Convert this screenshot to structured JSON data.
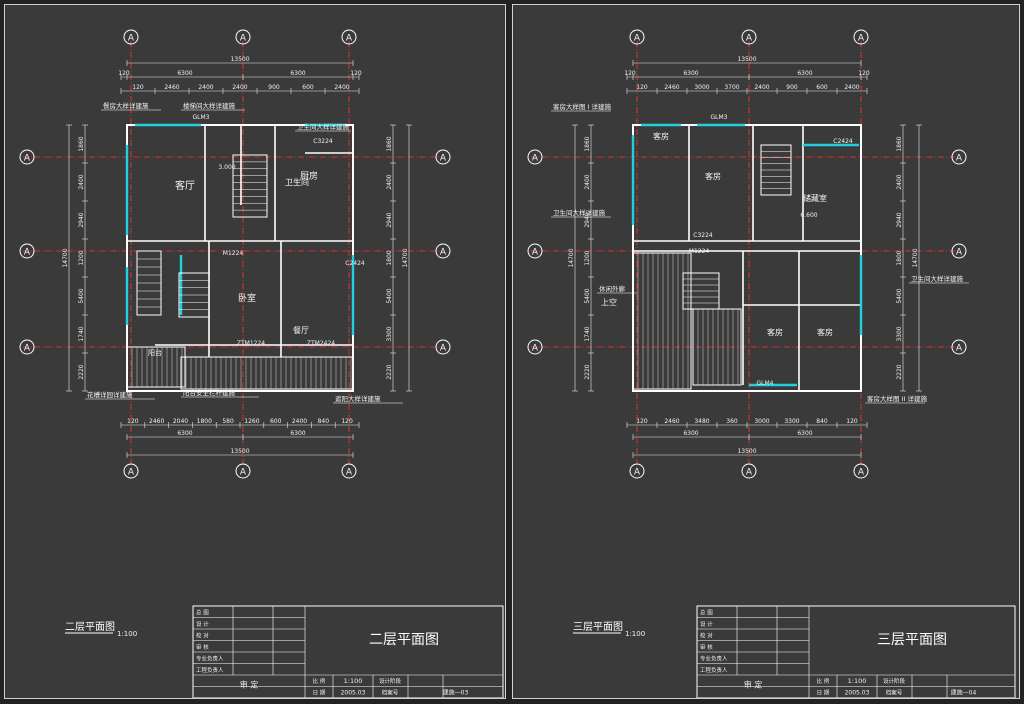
{
  "sheets": [
    {
      "id": "left",
      "grid_top": [
        "A",
        "A",
        "A"
      ],
      "grid_bottom": [
        "A",
        "A",
        "A"
      ],
      "grid_left": [
        "A",
        "A",
        "A",
        "A"
      ],
      "grid_right": [
        "A",
        "A",
        "A",
        "A"
      ],
      "dims_top_total": "13500",
      "dims_top_row1": [
        "120",
        "6300",
        "6300",
        "120"
      ],
      "dims_top_row2": [
        "120",
        "2460",
        "2400",
        "2400",
        "900",
        "600",
        "2400"
      ],
      "dims_bottom_total": "13500",
      "dims_bottom_row1": [
        "6300",
        "6300"
      ],
      "dims_bottom_row2": [
        "120",
        "2460",
        "2040",
        "1800",
        "580",
        "1260",
        "600",
        "2400",
        "840",
        "120"
      ],
      "dims_left": [
        "1860",
        "2400",
        "2940",
        "1200",
        "5400",
        "1740",
        "2220"
      ],
      "dims_right": [
        "1860",
        "2400",
        "2940",
        "1800",
        "5400",
        "3300",
        "2220"
      ],
      "dim_total_vertical": "14700",
      "rooms": [
        "客厅",
        "厨房",
        "卫生间",
        "卧室",
        "餐厅",
        "阳台"
      ],
      "callouts": [
        "餐房大样详建施",
        "楼梯间大样详建施",
        "卫生间大样详建施",
        "花槽详园详建施",
        "阳台安全栏杆建施",
        "遮阳大样详建施"
      ],
      "doors": [
        "GLM3",
        "C3224",
        "M1224",
        "ZTM1224",
        "ZTM2424",
        "C2424"
      ],
      "level": "3.000",
      "plan_label": "二层平面图",
      "scale_label": "1:100",
      "title_block": {
        "rows": [
          "总 图",
          "设 计",
          "校 对",
          "审 核",
          "专业负责人",
          "工程负责人"
        ],
        "drawing_title": "二层平面图",
        "approve": "审 定",
        "scale_key": "比 例",
        "scale_val": "1:100",
        "stage_key": "设计阶段",
        "date_key": "日 期",
        "date_val": "2005.03",
        "file_key": "档案号",
        "number": "建施—03"
      }
    },
    {
      "id": "right",
      "grid_top": [
        "A",
        "A",
        "A"
      ],
      "grid_bottom": [
        "A",
        "A",
        "A"
      ],
      "grid_left": [
        "A",
        "A",
        "A",
        "A"
      ],
      "grid_right": [
        "A",
        "A",
        "A",
        "A"
      ],
      "dims_top_total": "13500",
      "dims_top_row1": [
        "120",
        "6300",
        "6300",
        "120"
      ],
      "dims_top_row2": [
        "120",
        "2460",
        "3000",
        "3700",
        "2400",
        "900",
        "600",
        "2400"
      ],
      "dims_bottom_total": "13500",
      "dims_bottom_row1": [
        "6300",
        "6300"
      ],
      "dims_bottom_row2": [
        "120",
        "2460",
        "3480",
        "360",
        "3000",
        "3300",
        "840",
        "120"
      ],
      "dims_left": [
        "1860",
        "2400",
        "2940",
        "1200",
        "5400",
        "1740",
        "2220"
      ],
      "dims_right": [
        "1860",
        "2400",
        "2940",
        "1800",
        "5400",
        "3300",
        "2220"
      ],
      "dim_total_vertical": "14700",
      "rooms": [
        "客房",
        "客房",
        "客房",
        "客房",
        "储藏室",
        "上空"
      ],
      "callouts": [
        "客房大样图 I 详建施",
        "卫生间大样详建施",
        "卫生间大样详建施",
        "客房大样图 II 详建施",
        "休闲外廊"
      ],
      "doors": [
        "GLM3",
        "C3224",
        "M1224",
        "GLM4",
        "C2424"
      ],
      "level": "6.600",
      "plan_label": "三层平面图",
      "scale_label": "1:100",
      "title_block": {
        "rows": [
          "总 图",
          "设 计",
          "校 对",
          "审 核",
          "专业负责人",
          "工程负责人"
        ],
        "drawing_title": "三层平面图",
        "approve": "审 定",
        "scale_key": "比 例",
        "scale_val": "1:100",
        "stage_key": "设计阶段",
        "date_key": "日 期",
        "date_val": "2005.03",
        "file_key": "档案号",
        "number": "建施—04"
      }
    }
  ],
  "colors": {
    "background": "#3a3a3a",
    "wall": "#ffffff",
    "dim": "#e8e8e8",
    "grid_axis": "#ff3030",
    "window": "#20d0e0",
    "bubble": "#ffffff"
  }
}
